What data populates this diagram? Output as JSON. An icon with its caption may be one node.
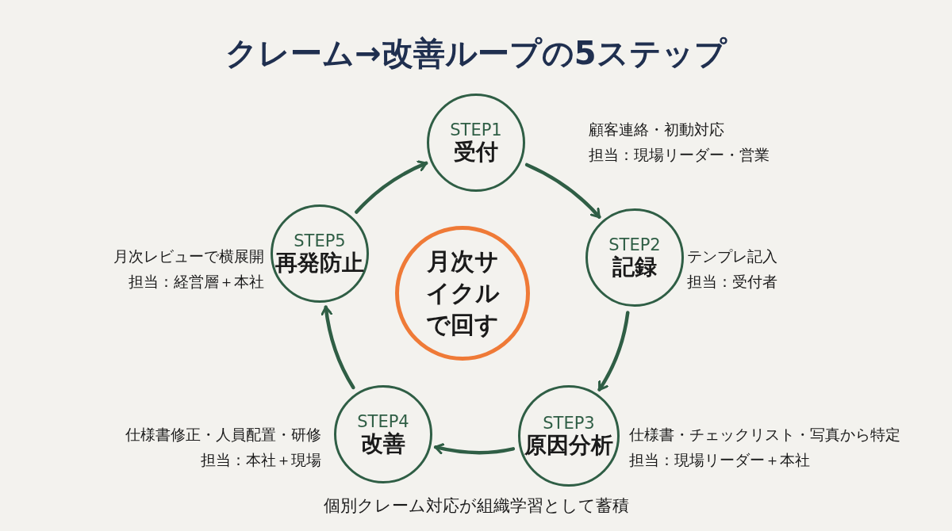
{
  "diagram": {
    "title": "クレーム→改善ループの5ステップ",
    "nodes": [
      {
        "text": [
          "STEP1",
          "受付"
        ],
        "beside": [
          "顧客連絡・初動対応",
          "担当：現場リーダー・営業"
        ]
      },
      {
        "text": [
          "STEP2",
          "記録"
        ],
        "beside": [
          "テンプレ記入",
          "担当：受付者"
        ]
      },
      {
        "text": [
          "STEP3",
          "原因分析"
        ],
        "beside": [
          "仕様書・チェックリスト・写真から特定",
          "担当：現場リーダー＋本社"
        ]
      },
      {
        "text": [
          "STEP4",
          "改善"
        ],
        "beside": [
          "仕様書修正・人員配置・研修",
          "担当：本社＋現場"
        ]
      },
      {
        "text": [
          "STEP5",
          "再発防止"
        ],
        "beside": [
          "月次レビューで横展開",
          "担当：経営層＋本社"
        ]
      },
      {
        "text": [
          "月次サイクルで回す"
        ]
      }
    ],
    "edges": [
      {
        "from": 0,
        "to": 1,
        "arrow": "to"
      },
      {
        "from": 1,
        "to": 2,
        "arrow": "to"
      },
      {
        "from": 2,
        "to": 3,
        "arrow": "to"
      },
      {
        "from": 3,
        "to": 4,
        "arrow": "to"
      },
      {
        "from": 4,
        "to": 0,
        "arrow": "to"
      }
    ],
    "labels": [
      "個別クレーム対応が組織学習として蓄積"
    ]
  }
}
